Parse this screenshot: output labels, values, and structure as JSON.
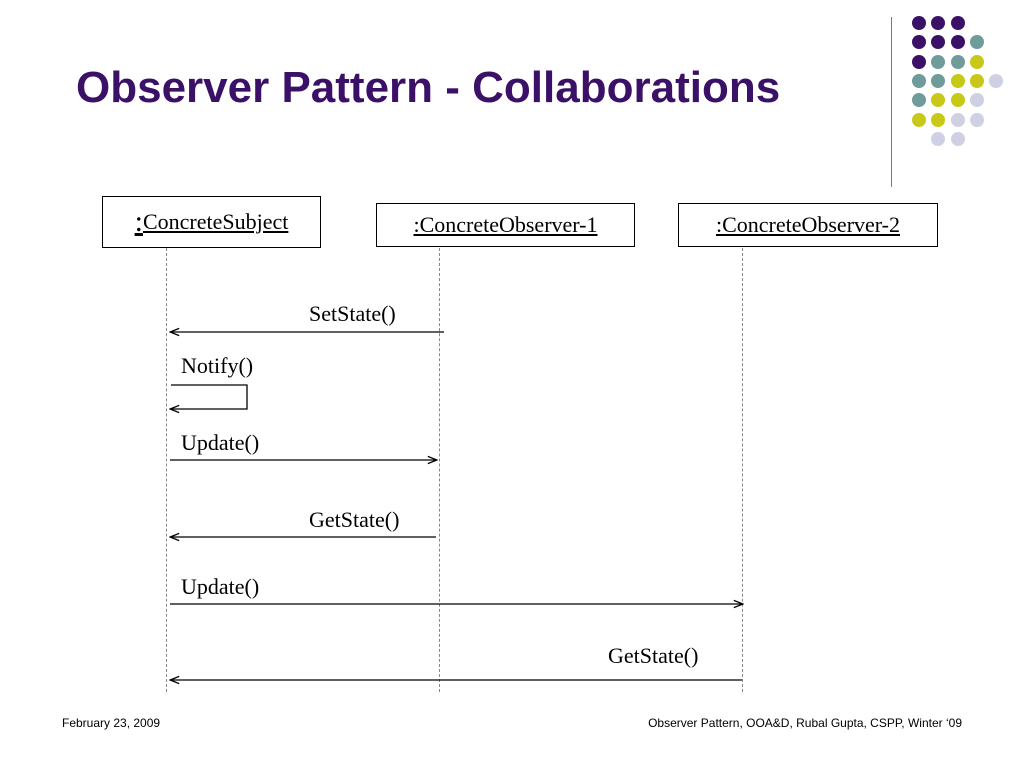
{
  "slide": {
    "title": "Observer Pattern - Collaborations",
    "footer_left": "February 23, 2009",
    "footer_right": "Observer Pattern, OOA&D, Rubal Gupta, CSPP, Winter ‘09"
  },
  "colors": {
    "title": "#3b1168",
    "purple": "#3b1168",
    "teal": "#6f9b9b",
    "yellow": "#c8c818",
    "lavender": "#d0d0e4"
  },
  "objects": [
    {
      "prefix": ":",
      "name": "ConcreteSubject"
    },
    {
      "label": ":ConcreteObserver-1"
    },
    {
      "label": ":ConcreteObserver-2"
    }
  ],
  "messages": [
    {
      "label": "SetState()",
      "from": ":ConcreteObserver-1",
      "to": ":ConcreteSubject"
    },
    {
      "label": "Notify()",
      "from": ":ConcreteSubject",
      "to": ":ConcreteSubject"
    },
    {
      "label": "Update()",
      "from": ":ConcreteSubject",
      "to": ":ConcreteObserver-1"
    },
    {
      "label": "GetState()",
      "from": ":ConcreteObserver-1",
      "to": ":ConcreteSubject"
    },
    {
      "label": "Update()",
      "from": ":ConcreteSubject",
      "to": ":ConcreteObserver-2"
    },
    {
      "label": "GetState()",
      "from": ":ConcreteObserver-2",
      "to": ":ConcreteSubject"
    }
  ],
  "decoration": {
    "dot_grid": [
      "PPP.",
      "PPPT",
      "PTTY",
      "TTYYL",
      "TYYL",
      "YYLL",
      ".LL."
    ]
  }
}
